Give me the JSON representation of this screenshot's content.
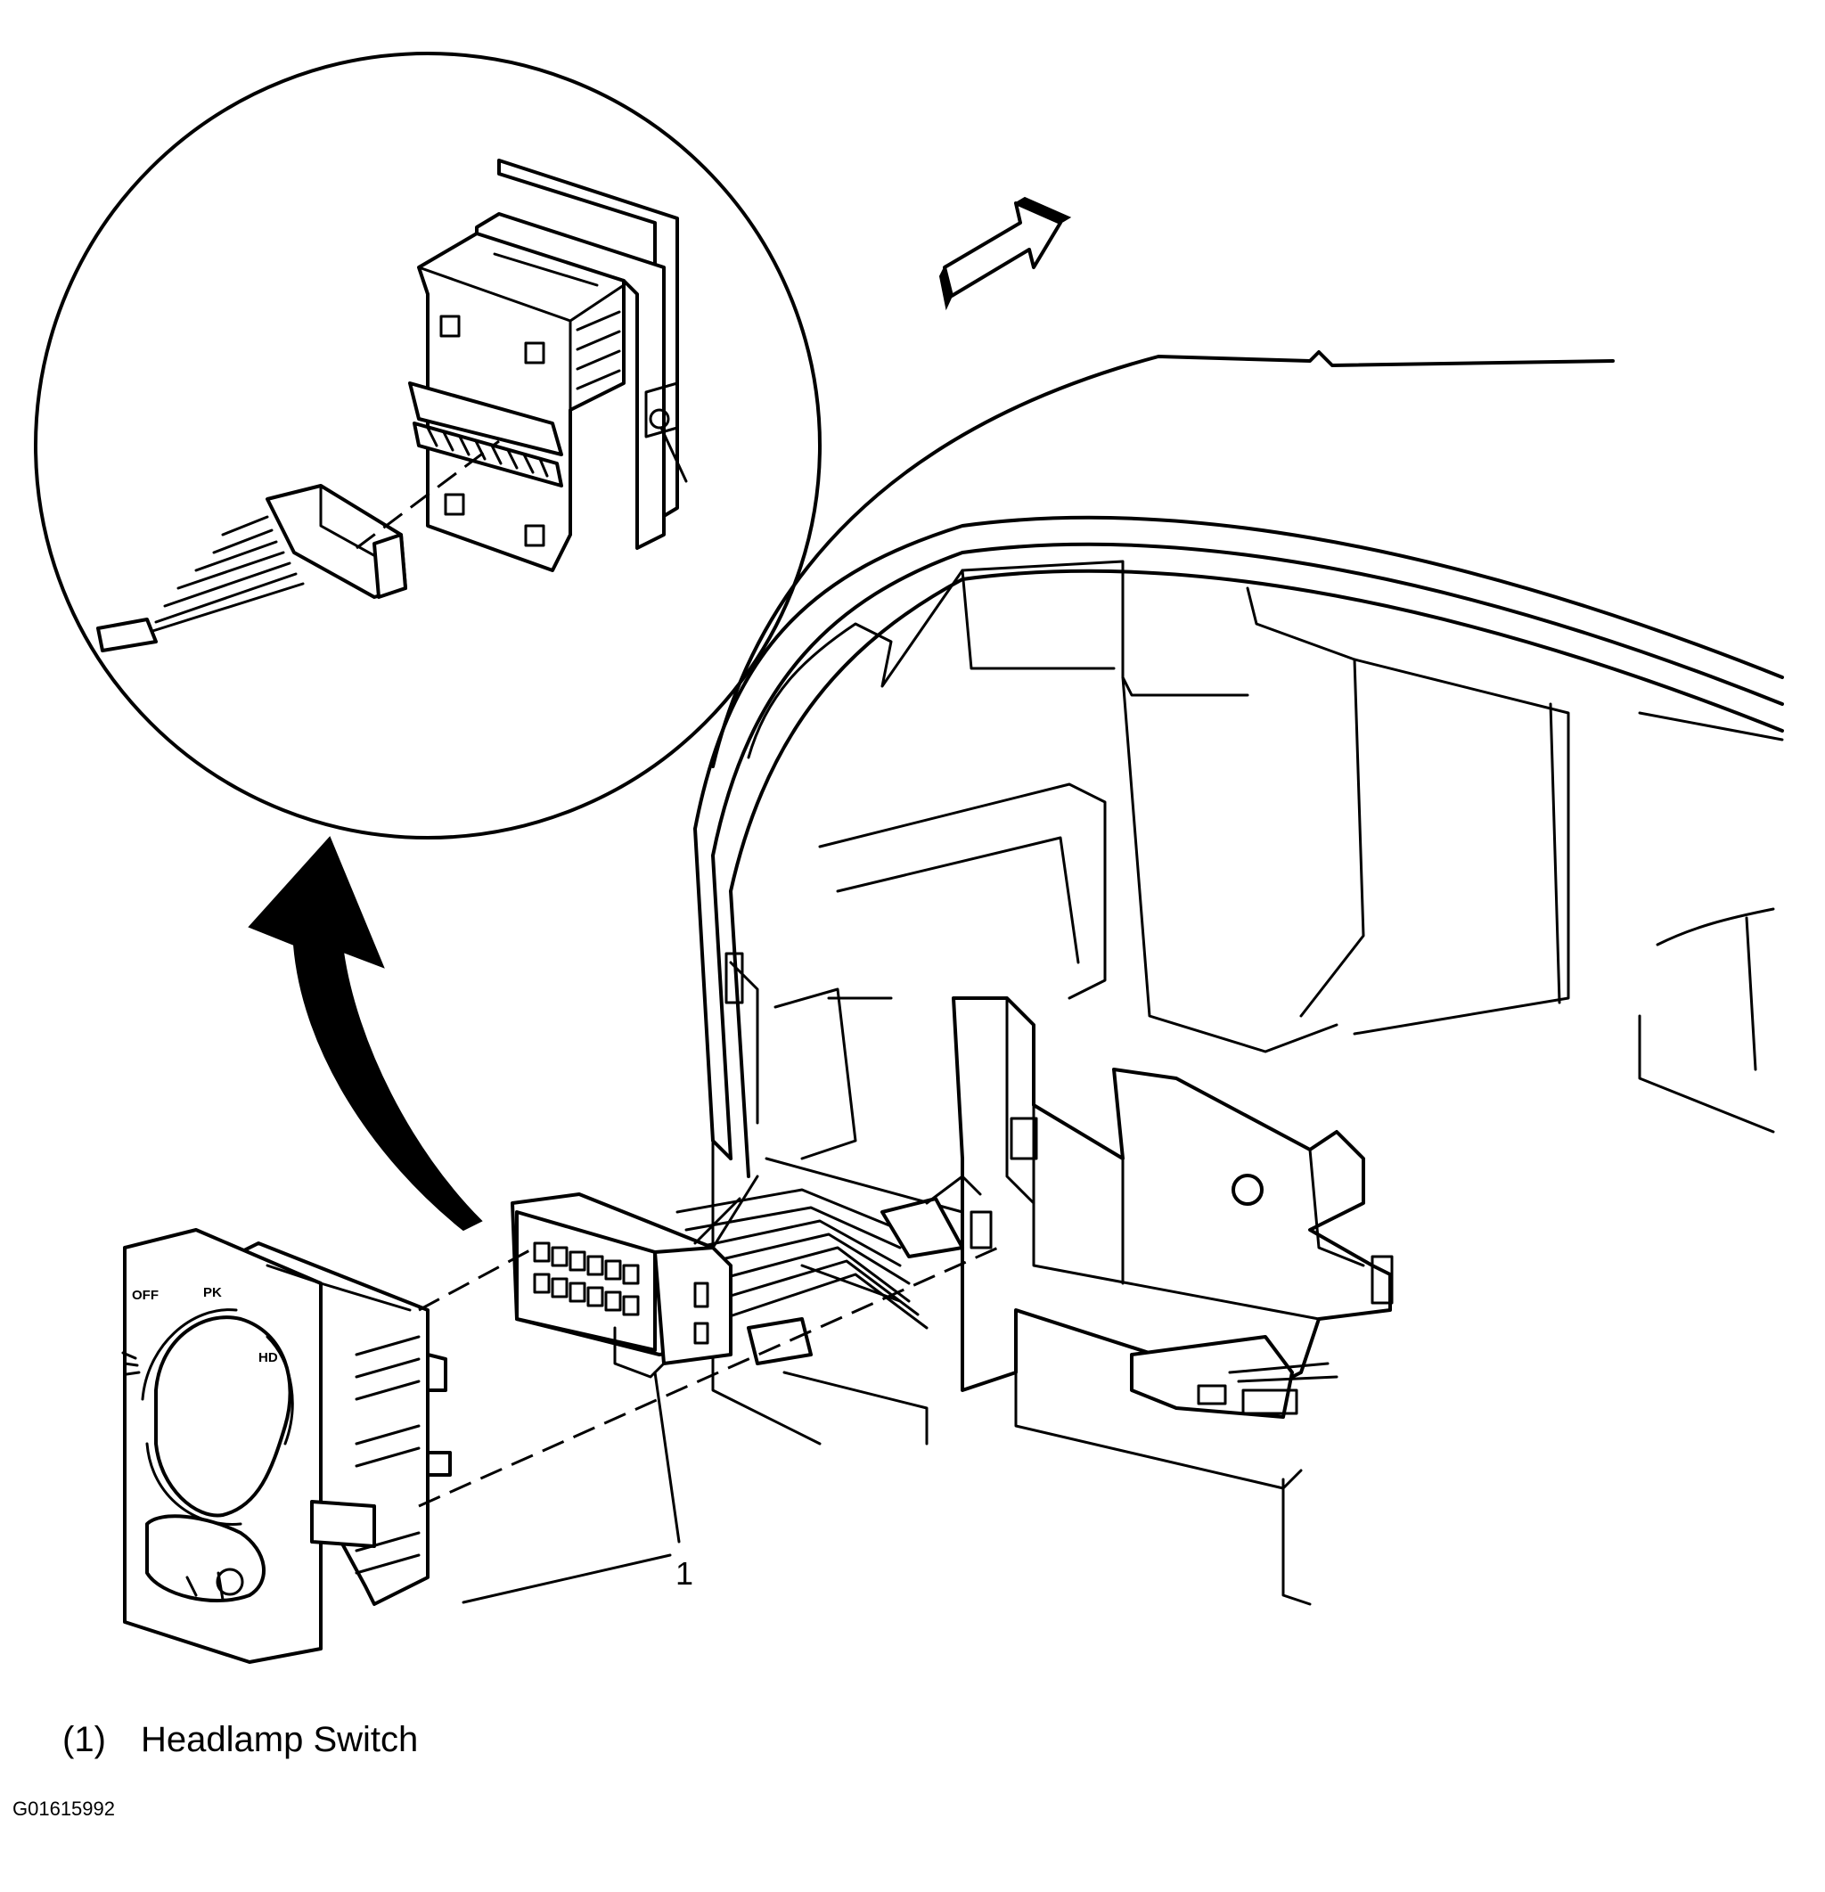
{
  "diagram": {
    "callouts": [
      {
        "id": "1",
        "text": "1"
      }
    ],
    "knob_labels": {
      "off": "OFF",
      "park": "PK",
      "headlamp": "HD"
    }
  },
  "legend": [
    {
      "number": "(1)",
      "name": "Headlamp Switch"
    }
  ],
  "figure_id": "G01615992"
}
